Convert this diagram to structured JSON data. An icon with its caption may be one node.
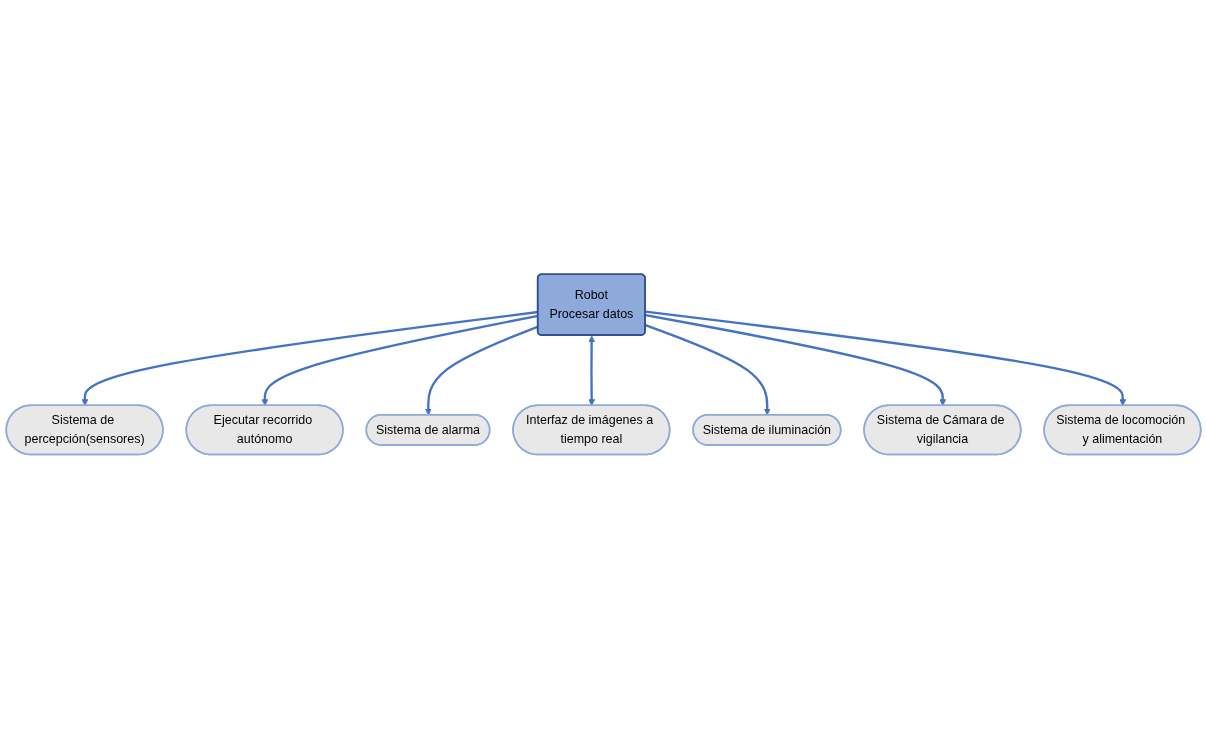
{
  "diagram": {
    "nodes": [
      {
        "text": [
          "Robot",
          "Procesar datos"
        ]
      },
      {
        "text": [
          "Sistema de percepción(sensores)"
        ]
      },
      {
        "text": [
          "Ejecutar recorrido autónomo"
        ]
      },
      {
        "text": [
          "Sistema de alarma"
        ]
      },
      {
        "text": [
          "Interfaz de imágenes a tiempo real"
        ]
      },
      {
        "text": [
          "Sistema de iluminación"
        ]
      },
      {
        "text": [
          "Sistema de Cámara de vigilancia"
        ]
      },
      {
        "text": [
          "Sistema de locomoción y alimentación"
        ]
      }
    ],
    "edges": [
      {
        "from": 0,
        "to": 1,
        "arrow": "to"
      },
      {
        "from": 0,
        "to": 2,
        "arrow": "to"
      },
      {
        "from": 0,
        "to": 3,
        "arrow": "to"
      },
      {
        "from": 0,
        "to": 4,
        "arrow": "both"
      },
      {
        "from": 0,
        "to": 5,
        "arrow": "to"
      },
      {
        "from": 0,
        "to": 6,
        "arrow": "to"
      },
      {
        "from": 0,
        "to": 7,
        "arrow": "to"
      }
    ]
  }
}
